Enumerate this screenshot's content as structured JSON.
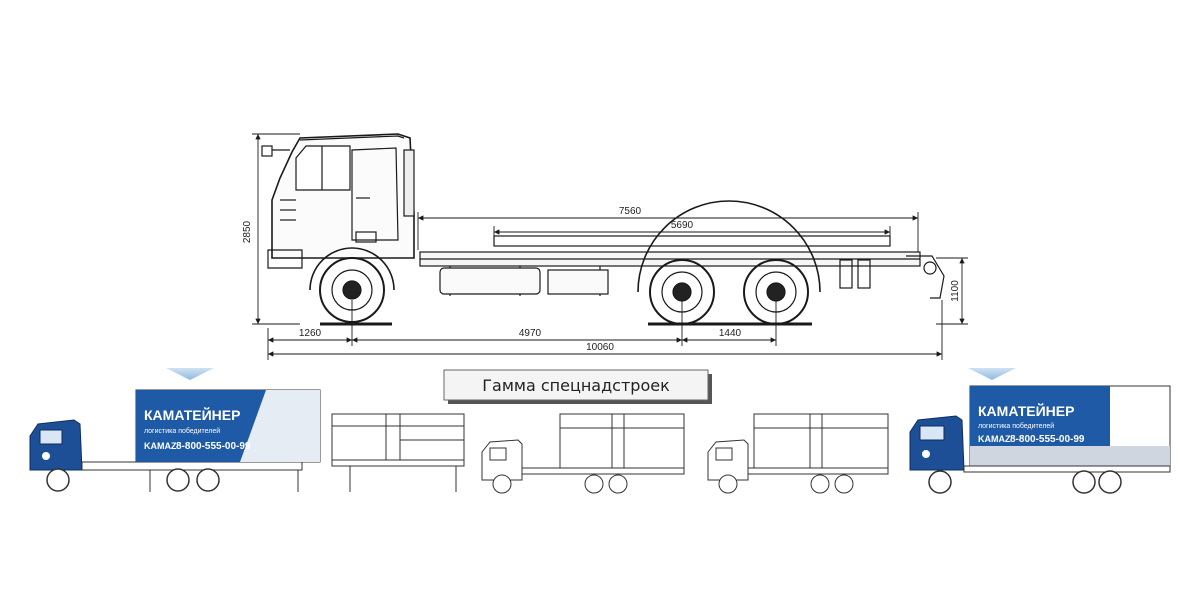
{
  "main_chassis": {
    "dimensions": {
      "height": "2850",
      "frame_length": "7560",
      "platform_length": "5690",
      "frame_height": "1100",
      "front_overhang": "1260",
      "wheelbase": "4970",
      "bogie_spacing": "1440",
      "overall_length": "10060"
    }
  },
  "range_title": "Гамма спецнадстроек",
  "branded_box": {
    "brand": "КАМАТЕЙНЕР",
    "slogan": "логистика победителей",
    "maker": "KAMAZ",
    "phone": "8-800-555-00-99"
  },
  "colors": {
    "kamaz_blue": "#1f5aa6",
    "cab_blue": "#1d4f96",
    "arrow_blue": "#9fc4e8",
    "line": "#1a1a1a"
  }
}
